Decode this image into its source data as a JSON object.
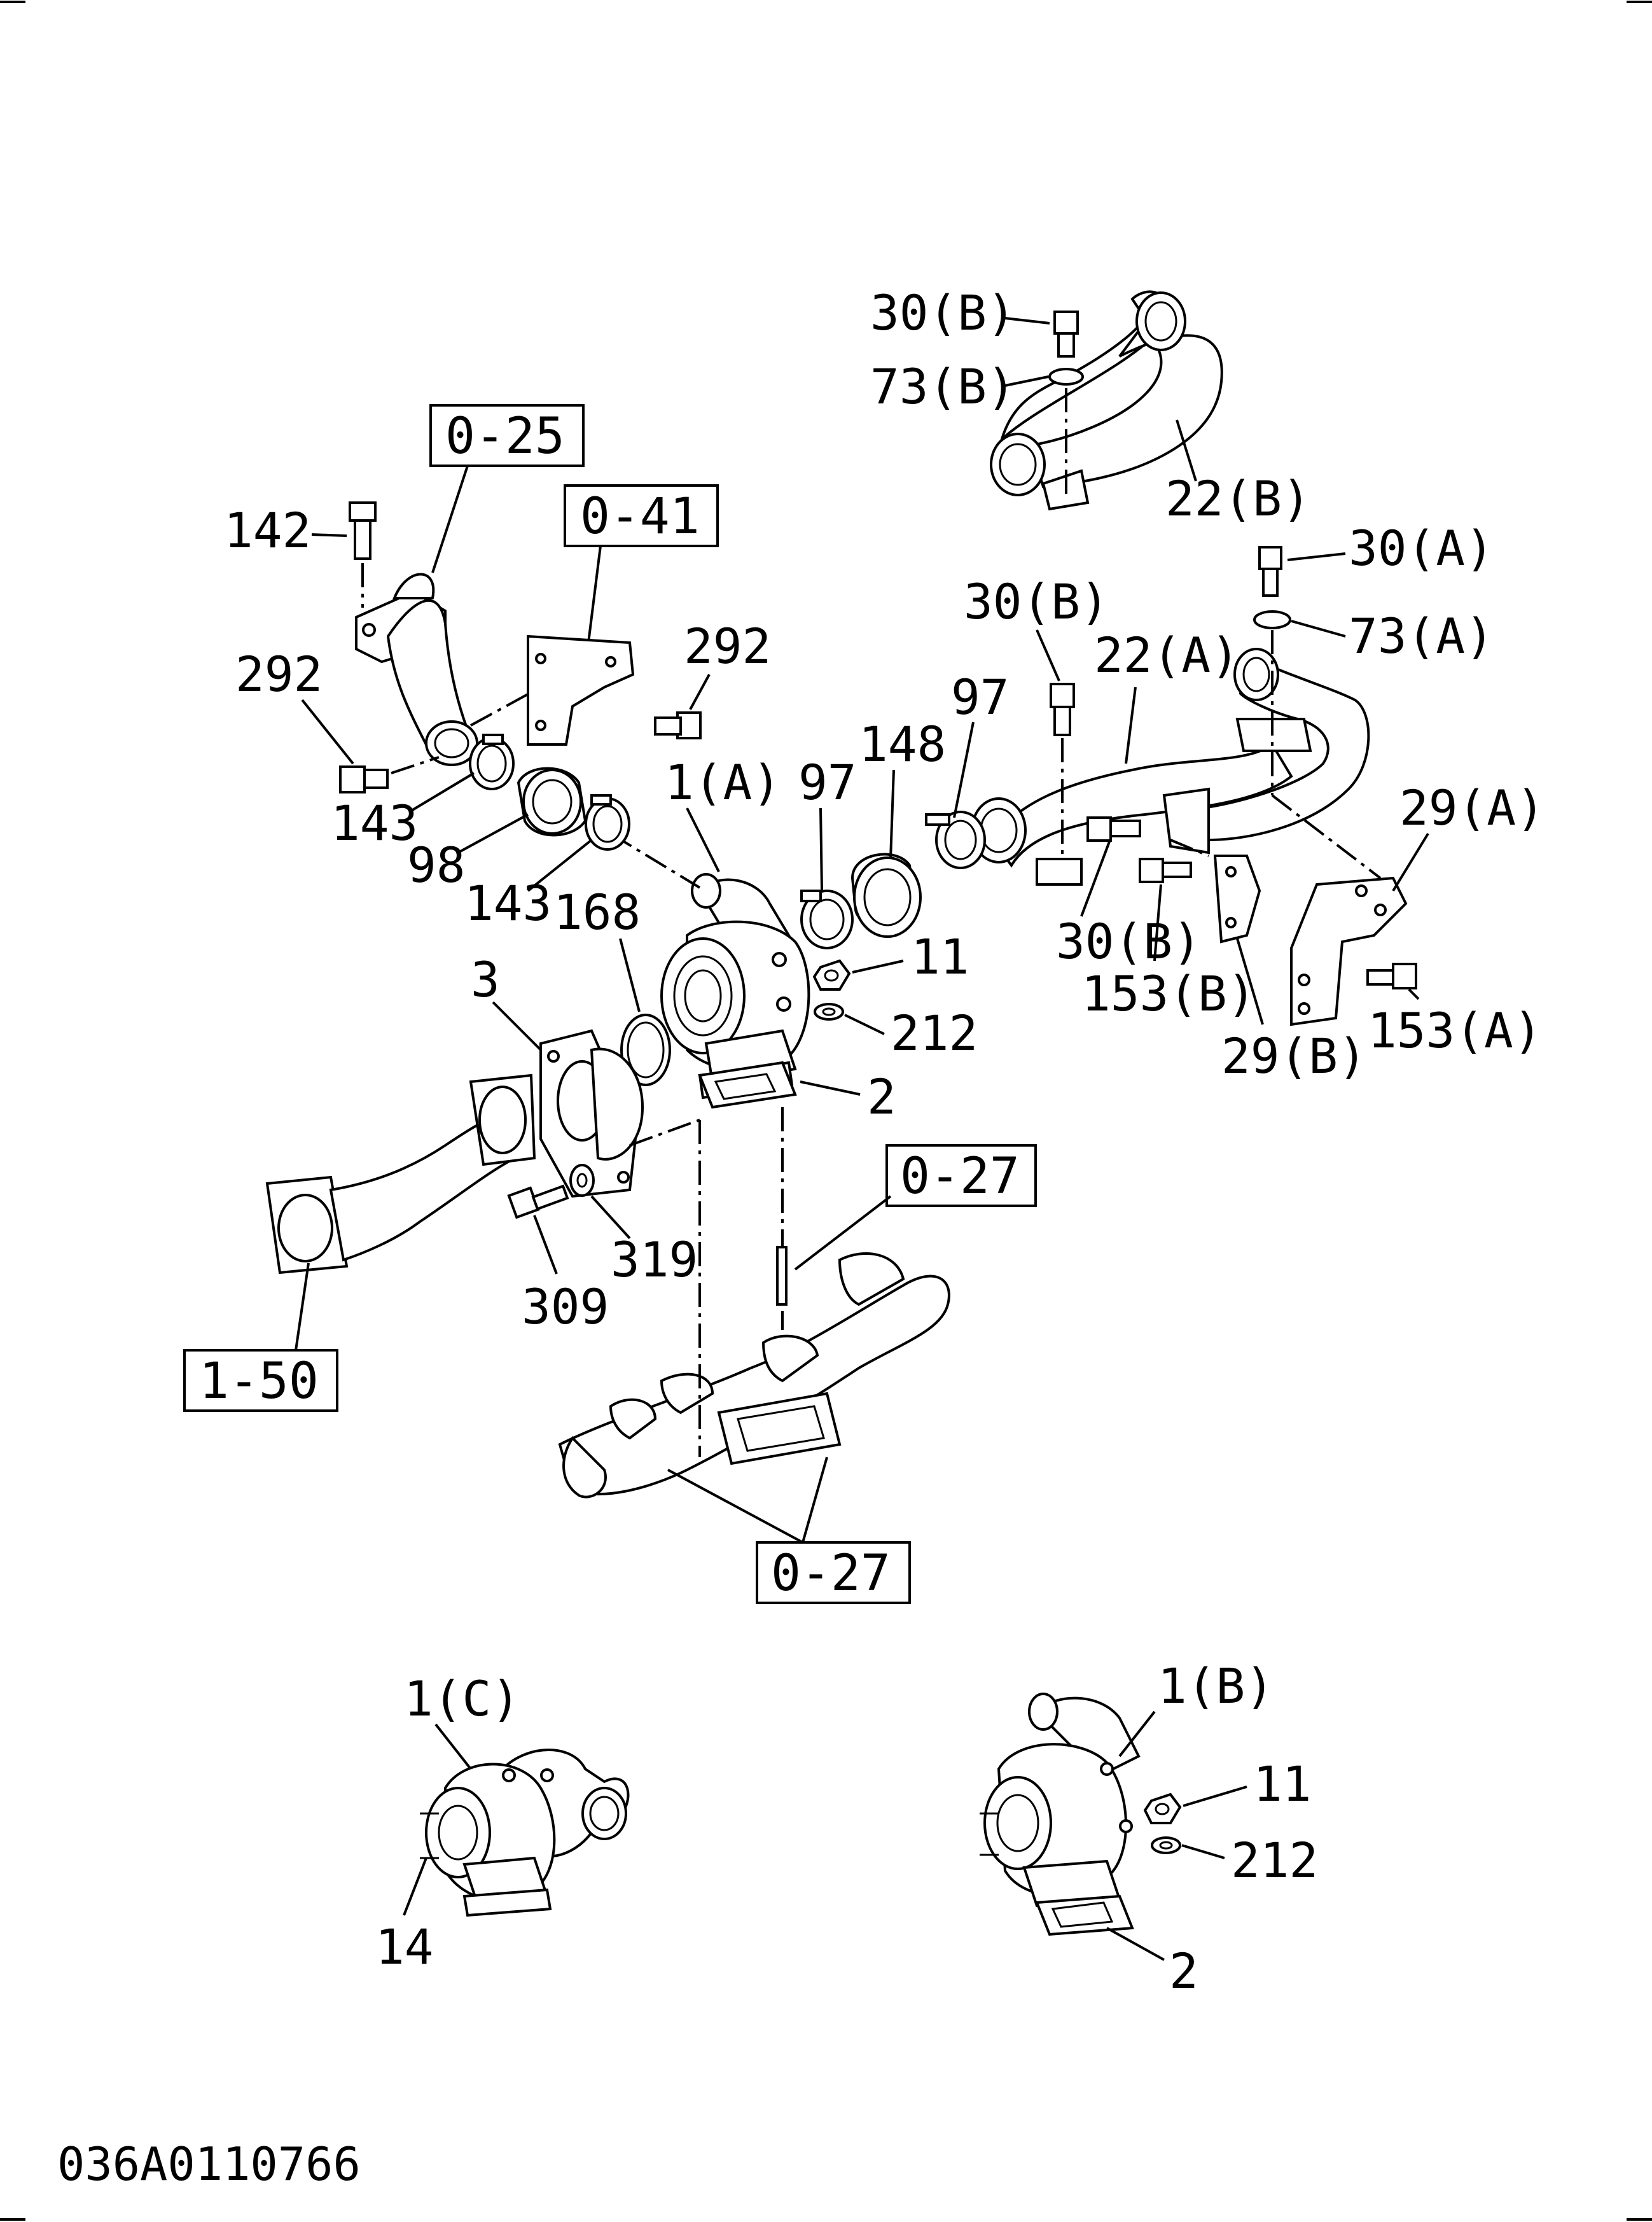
{
  "callouts": {
    "c30b_top": "30(B)",
    "c73b": "73(B)",
    "c22b": "22(B)",
    "c30a": "30(A)",
    "c73a": "73(A)",
    "c30b_mid": "30(B)",
    "c22a": "22(A)",
    "c97_right": "97",
    "c148": "148",
    "c97_left": "97",
    "c1a": "1(A)",
    "c142": "142",
    "c292_left": "292",
    "c292_right": "292",
    "c143_top": "143",
    "c98": "98",
    "c143_mid": "143",
    "c168": "168",
    "c3": "3",
    "c11": "11",
    "c212": "212",
    "c2": "2",
    "c29a": "29(A)",
    "c30b_low": "30(B)",
    "c153b": "153(B)",
    "c29b": "29(B)",
    "c153a": "153(A)",
    "c319": "319",
    "c309": "309",
    "c1c": "1(C)",
    "c14": "14",
    "c1b": "1(B)",
    "c11_b": "11",
    "c212_b": "212",
    "c2_b": "2"
  },
  "references": {
    "r025": "0-25",
    "r041": "0-41",
    "r027_mid": "0-27",
    "r150": "1-50",
    "r027_low": "0-27"
  },
  "drawing_code": "036A0110766"
}
